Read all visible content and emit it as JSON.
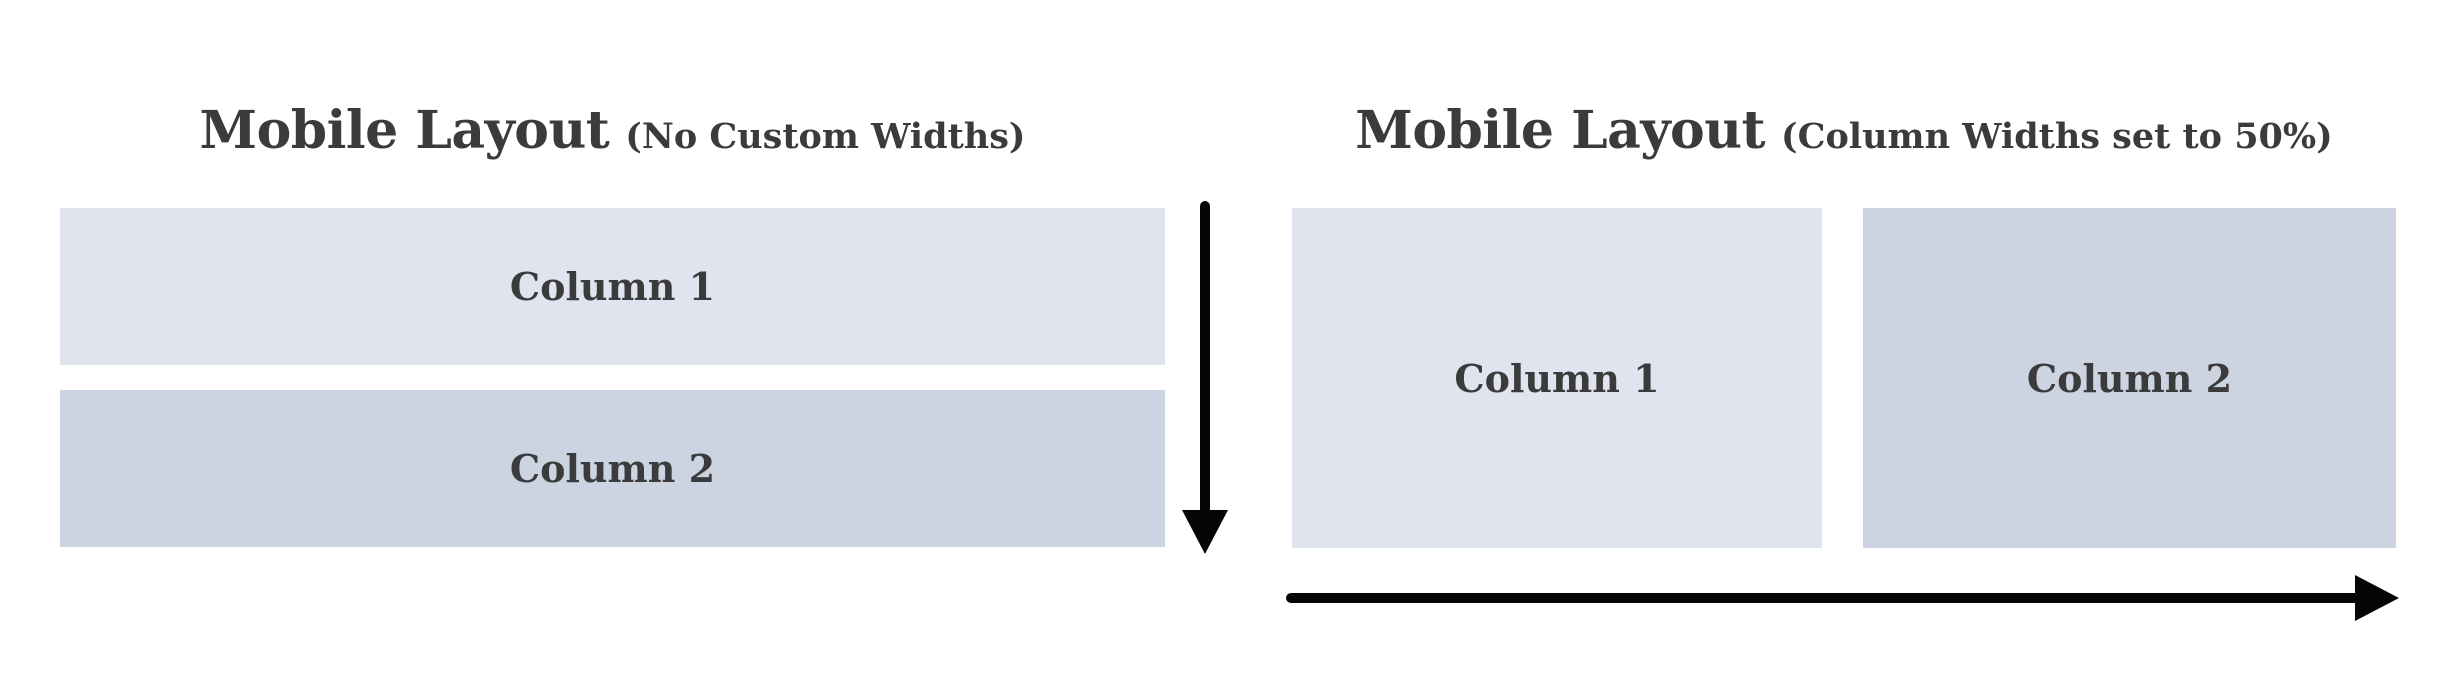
{
  "diagram": {
    "left_panel": {
      "title": "Mobile Layout",
      "subtitle": "(No Custom Widths)",
      "column1": {
        "label": "Column 1"
      },
      "column2": {
        "label": "Column 2"
      },
      "arrow_icon": "down-arrow-icon"
    },
    "right_panel": {
      "title": "Mobile Layout",
      "subtitle": "(Column Widths set to 50%)",
      "column1": {
        "label": "Column 1"
      },
      "column2": {
        "label": "Column 2"
      },
      "arrow_icon": "right-arrow-icon"
    }
  },
  "colors": {
    "background": "#ffffff",
    "column1_bg": "#dfe4ee",
    "column2_bg": "#ccd4e1",
    "text": "#3b3b3d",
    "arrow": "#050505"
  }
}
